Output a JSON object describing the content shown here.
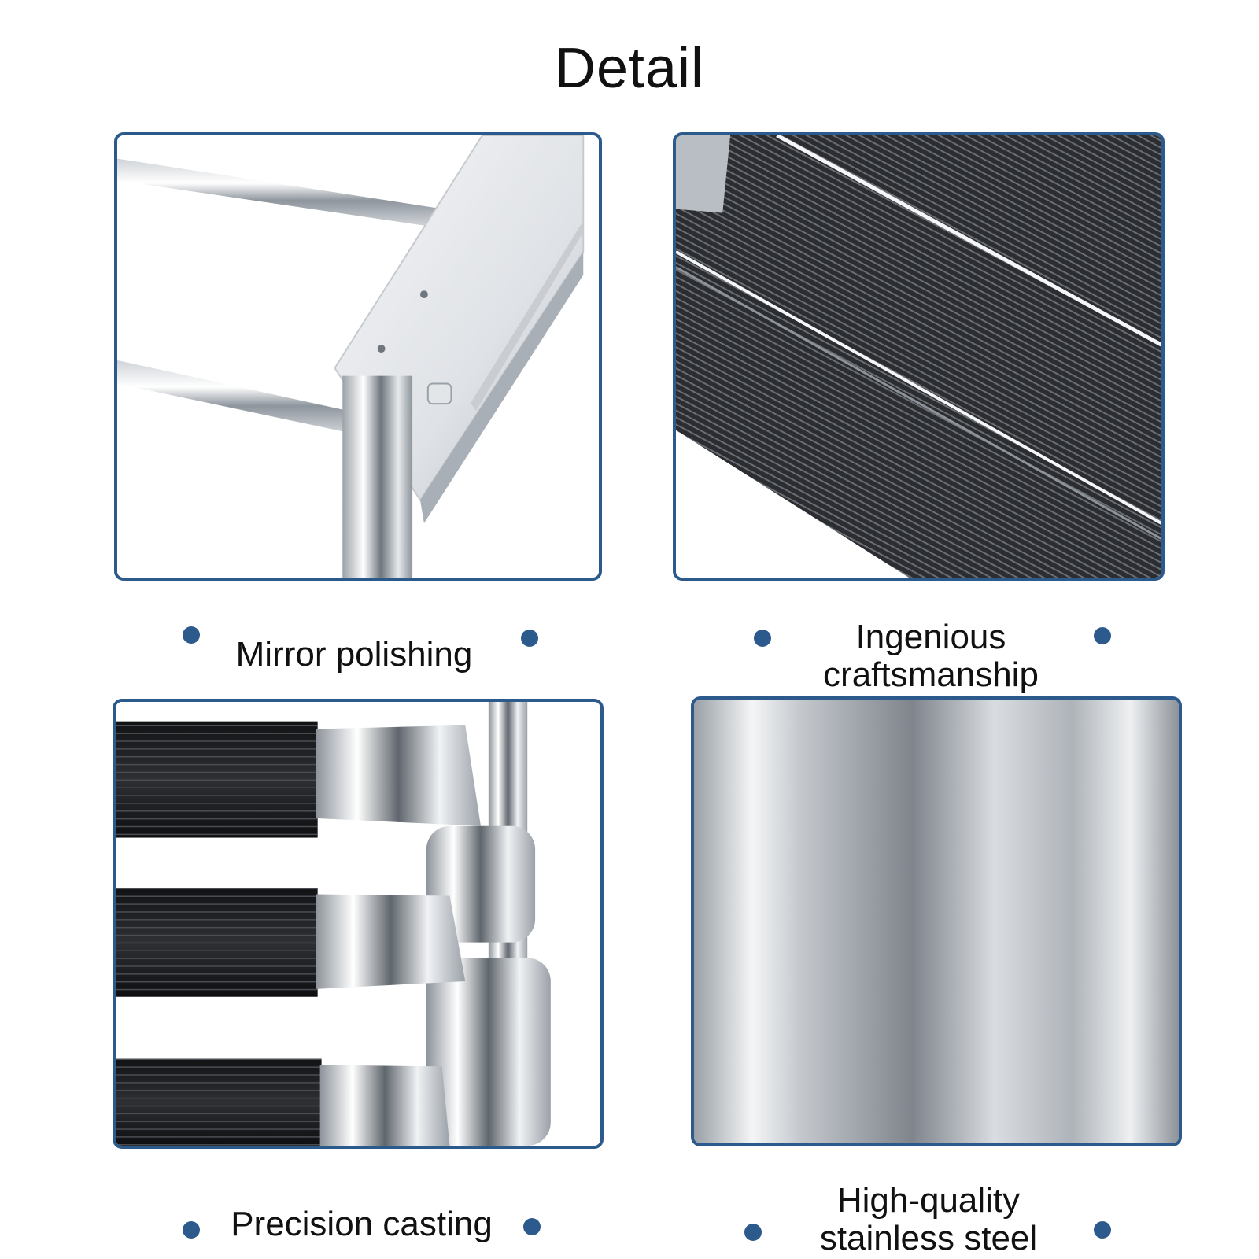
{
  "title": "Detail",
  "features": [
    {
      "lines": [
        "Mirror polishing"
      ]
    },
    {
      "lines": [
        "Ingenious",
        "craftsmanship"
      ]
    },
    {
      "lines": [
        "Precision casting"
      ]
    },
    {
      "lines": [
        "High-quality",
        "stainless steel"
      ]
    }
  ],
  "colors": {
    "frame": "#2d5a8c",
    "bullet": "#2d5a8c",
    "text": "#111111",
    "background": "#ffffff"
  },
  "icons": [
    "bullet-dot-icon"
  ]
}
